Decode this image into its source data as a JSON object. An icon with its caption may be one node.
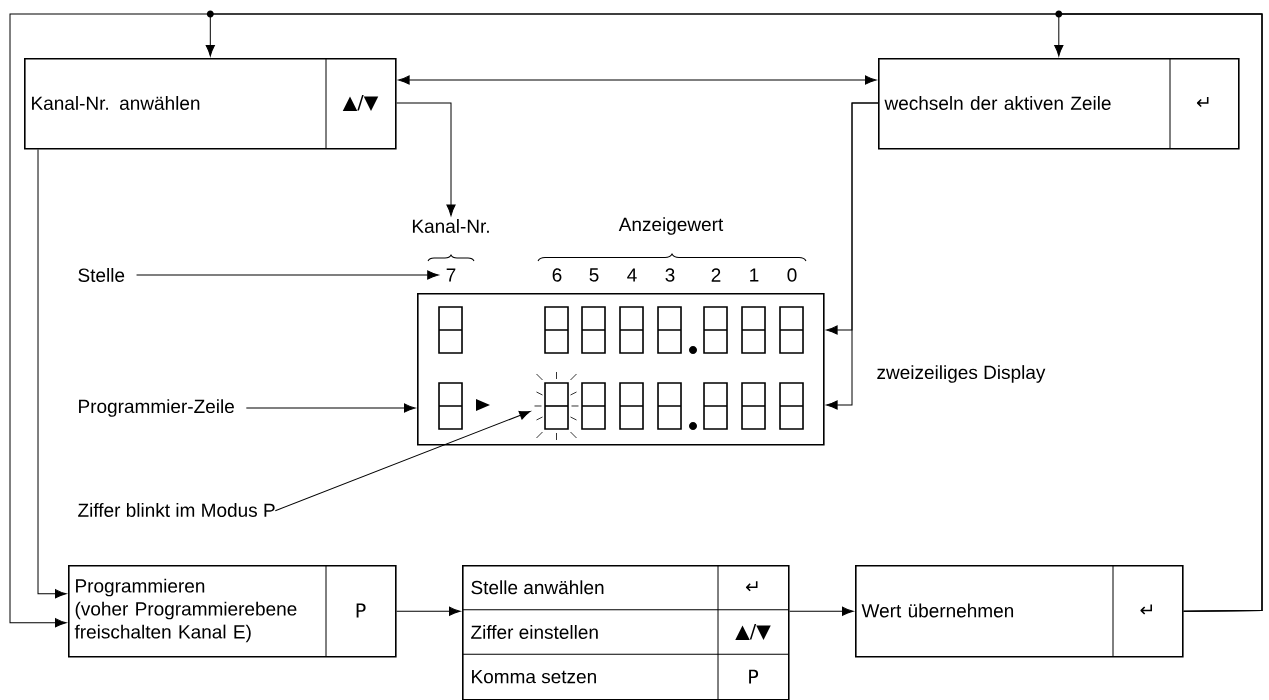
{
  "diagram": {
    "nodes": [
      {
        "text": [
          "Kanal-Nr. anwählen",
          "▲/▼"
        ]
      },
      {
        "text": [
          "wechseln der aktiven Zeile",
          "↵"
        ]
      },
      {
        "text": [
          "Kanal-Nr."
        ]
      },
      {
        "text": [
          "Stelle"
        ]
      },
      {
        "text": [
          "7"
        ]
      },
      {
        "text": [],
        "shape": "box"
      },
      {
        "text": [
          "Programmier-Zeile"
        ]
      },
      {
        "text": [],
        "shape": "box",
        "in": 5
      },
      {
        "text": [
          "Ziffer blinkt im Modus P"
        ]
      },
      {
        "text": [
          "Programmieren",
          "(voher Programmierebene freischalten Kanal E)",
          "P"
        ]
      },
      {
        "text": [
          "Stelle anwählen",
          "↵",
          "Ziffer einstellen",
          "▲/▼",
          "Komma setzen",
          "P"
        ]
      },
      {
        "text": [
          "Wert übernehmen",
          "↵"
        ]
      }
    ],
    "edges": [
      {
        "from": 11,
        "to": 0,
        "arrow": "to"
      },
      {
        "from": 11,
        "to": 1,
        "arrow": "to"
      },
      {
        "from": 11,
        "to": 9,
        "arrow": "to"
      },
      {
        "from": 0,
        "to": 1,
        "arrow": "both"
      },
      {
        "from": 0,
        "to": 2,
        "arrow": "to"
      },
      {
        "from": 1,
        "to": 5,
        "arrow": "to"
      },
      {
        "from": 1,
        "to": 5,
        "arrow": "to"
      },
      {
        "from": 3,
        "to": 4,
        "arrow": "to"
      },
      {
        "from": 6,
        "to": 5,
        "arrow": "to"
      },
      {
        "from": 8,
        "to": 7,
        "arrow": "to"
      },
      {
        "from": 0,
        "to": 9,
        "arrow": "to"
      },
      {
        "from": 9,
        "to": 10,
        "arrow": "to"
      },
      {
        "from": 10,
        "to": 11,
        "arrow": "to"
      }
    ],
    "labels": [
      "Anzeigewert",
      "6",
      "5",
      "4",
      "3",
      "2",
      "1",
      "0",
      "zweizeiliges Display"
    ]
  }
}
